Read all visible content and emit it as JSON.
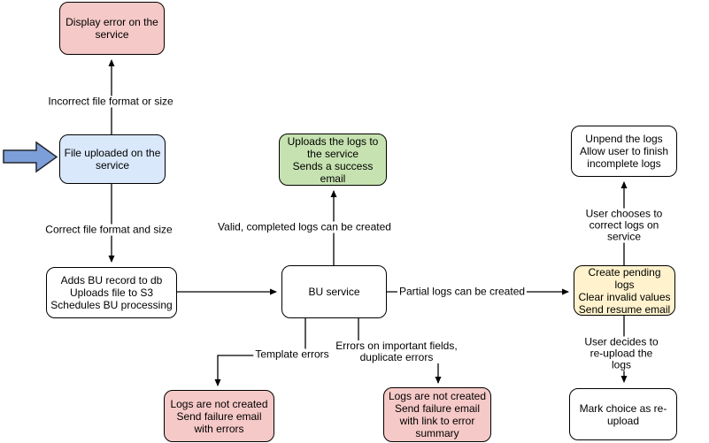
{
  "title": "File upload / BU processing flowchart",
  "colors": {
    "canvas_bg": "#ffffff",
    "node_pink": "#F5C9C7",
    "node_blue": "#DAE8FC",
    "node_green": "#C6E2B0",
    "node_yellow": "#FFF2CC",
    "node_white": "#FFFFFF",
    "node_border": "#000000",
    "edge_line": "#000000",
    "big_arrow_fill": "#7D9FD9",
    "big_arrow_stroke": "#23272E"
  },
  "nodes": {
    "display_error": {
      "label": "Display error on the\nservice"
    },
    "file_uploaded": {
      "label": "File uploaded on the\nservice"
    },
    "adds_bu": {
      "label": "Adds BU record to db\nUploads file to S3\nSchedules BU processing"
    },
    "bu_service": {
      "label": "BU service"
    },
    "uploads_logs": {
      "label": "Uploads the logs to\nthe service\nSends a success\nemail"
    },
    "create_pending": {
      "label": "Create pending logs\nClear invalid values\nSend resume email"
    },
    "unpend": {
      "label": "Unpend the logs\nAllow user to finish\nincomplete logs"
    },
    "mark_choice": {
      "label": "Mark choice as re-\nupload"
    },
    "logs_failure_errors": {
      "label": "Logs are not created\nSend failure email\nwith errors"
    },
    "logs_failure_summary": {
      "label": "Logs are not created\nSend failure email\nwith link to error\nsummary"
    }
  },
  "edge_labels": {
    "incorrect_format": "Incorrect file format or size",
    "correct_format": "Correct file format and size",
    "valid_completed": "Valid, completed logs can be created",
    "partial_logs": "Partial logs can be created",
    "user_correct": "User chooses to correct logs on service",
    "user_reupload": "User decides to re-upload the logs",
    "template_errors": "Template errors",
    "important_fields": "Errors on important fields,\nduplicate errors"
  }
}
